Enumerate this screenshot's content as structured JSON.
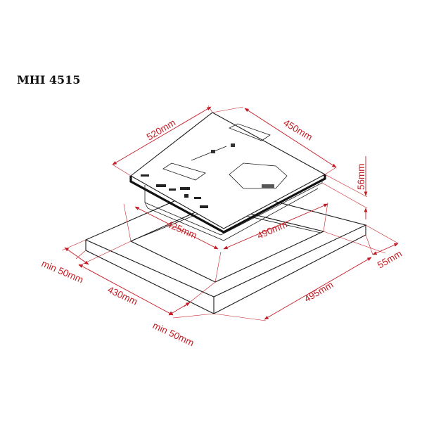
{
  "model": "MHI 4515",
  "dimensions": {
    "hob_width": "520mm",
    "hob_depth": "450mm",
    "hob_height": "56mm",
    "cutout_width": "425mm",
    "cutout_depth": "490mm",
    "countertop_front_clearance": "min 50mm",
    "countertop_back_clearance": "min 50mm",
    "countertop_width": "430mm",
    "countertop_depth": "495mm",
    "countertop_edge": "55mm"
  },
  "colors": {
    "dimension": "#c41c24",
    "outline": "#1a1a1a",
    "glass_edge": "#111111"
  }
}
